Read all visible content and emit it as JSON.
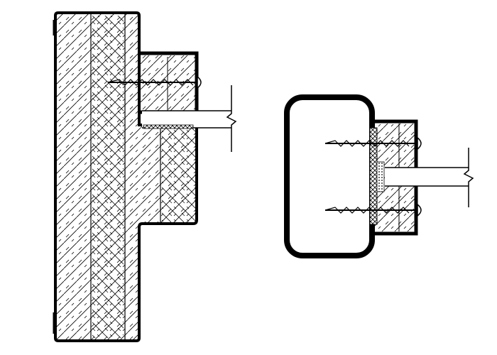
{
  "diagram": {
    "description_visible_text": "",
    "colors": {
      "background": "#ffffff",
      "line": "#000000",
      "wood_hatch": "#000000"
    },
    "parts": [
      {
        "name": "left-section",
        "components": [
          "timber-frame",
          "bracket",
          "screw",
          "panel-edge",
          "break-line"
        ]
      },
      {
        "name": "right-section",
        "components": [
          "hollow-frame",
          "bracket",
          "screw-upper",
          "screw-lower",
          "gasket",
          "panel-edge",
          "break-line"
        ]
      }
    ]
  }
}
